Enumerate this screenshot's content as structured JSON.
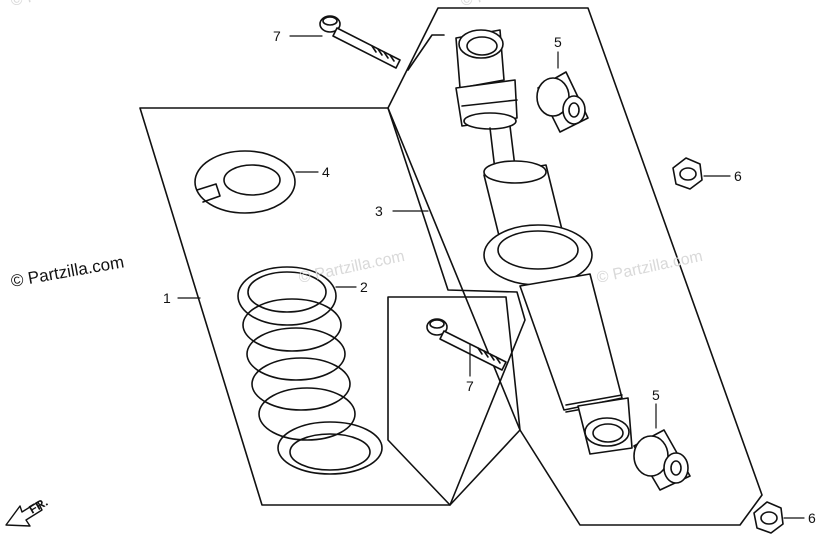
{
  "copyright": "© Partzilla.com",
  "watermarks": [
    "© Partzilla.com",
    "© Partzilla.com",
    "© Partzilla.com",
    "© Partzilla.com"
  ],
  "callouts": {
    "spring_assembly": "1",
    "spring": "2",
    "shock_absorber": "3",
    "spring_seat": "4",
    "upper_bushing": "5",
    "lower_bushing": "5",
    "upper_nut": "6",
    "lower_nut": "6",
    "upper_bolt": "7",
    "lower_bolt": "7"
  },
  "front_indicator": "FR.",
  "colors": {
    "line": "#111111",
    "watermark": "#d9d9d9",
    "background": "#ffffff"
  }
}
